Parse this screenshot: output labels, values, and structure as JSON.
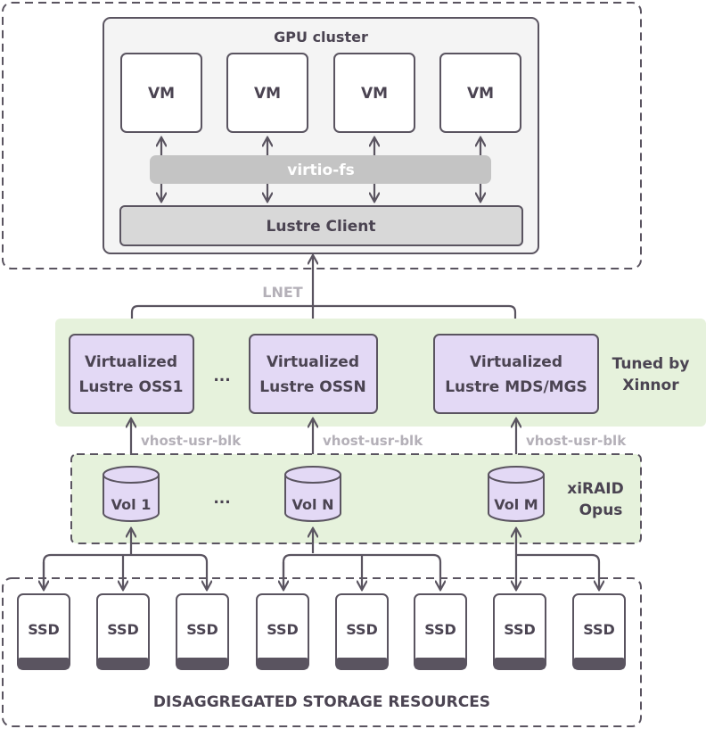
{
  "gpu_cluster": {
    "title": "GPU cluster",
    "vms": [
      "VM",
      "VM",
      "VM",
      "VM"
    ],
    "virtio_label": "virtio-fs",
    "lustre_client_label": "Lustre Client"
  },
  "network": {
    "lnet_label": "LNET"
  },
  "tuned_zone": {
    "label_line1": "Tuned by",
    "label_line2": "Xinnor",
    "ellipsis": "...",
    "servers": [
      {
        "line1": "Virtualized",
        "line2": "Lustre OSS1"
      },
      {
        "line1": "Virtualized",
        "line2": "Lustre OSSN"
      },
      {
        "line1": "Virtualized",
        "line2": "Lustre MDS/MGS"
      }
    ],
    "link_label": "vhost-usr-blk"
  },
  "xiraid_zone": {
    "label_line1": "xiRAID",
    "label_line2": "Opus",
    "ellipsis": "...",
    "volumes": [
      "Vol 1",
      "Vol N",
      "Vol M"
    ]
  },
  "storage": {
    "title": "DISAGGREGATED STORAGE RESOURCES",
    "ssds": [
      "SSD",
      "SSD",
      "SSD",
      "SSD",
      "SSD",
      "SSD",
      "SSD",
      "SSD"
    ]
  },
  "colors": {
    "purple_fill": "#e3d9f5",
    "green_zone": "#e6f2dc",
    "gray_bar": "#c9c9c9",
    "dark_line": "#5a5460"
  }
}
